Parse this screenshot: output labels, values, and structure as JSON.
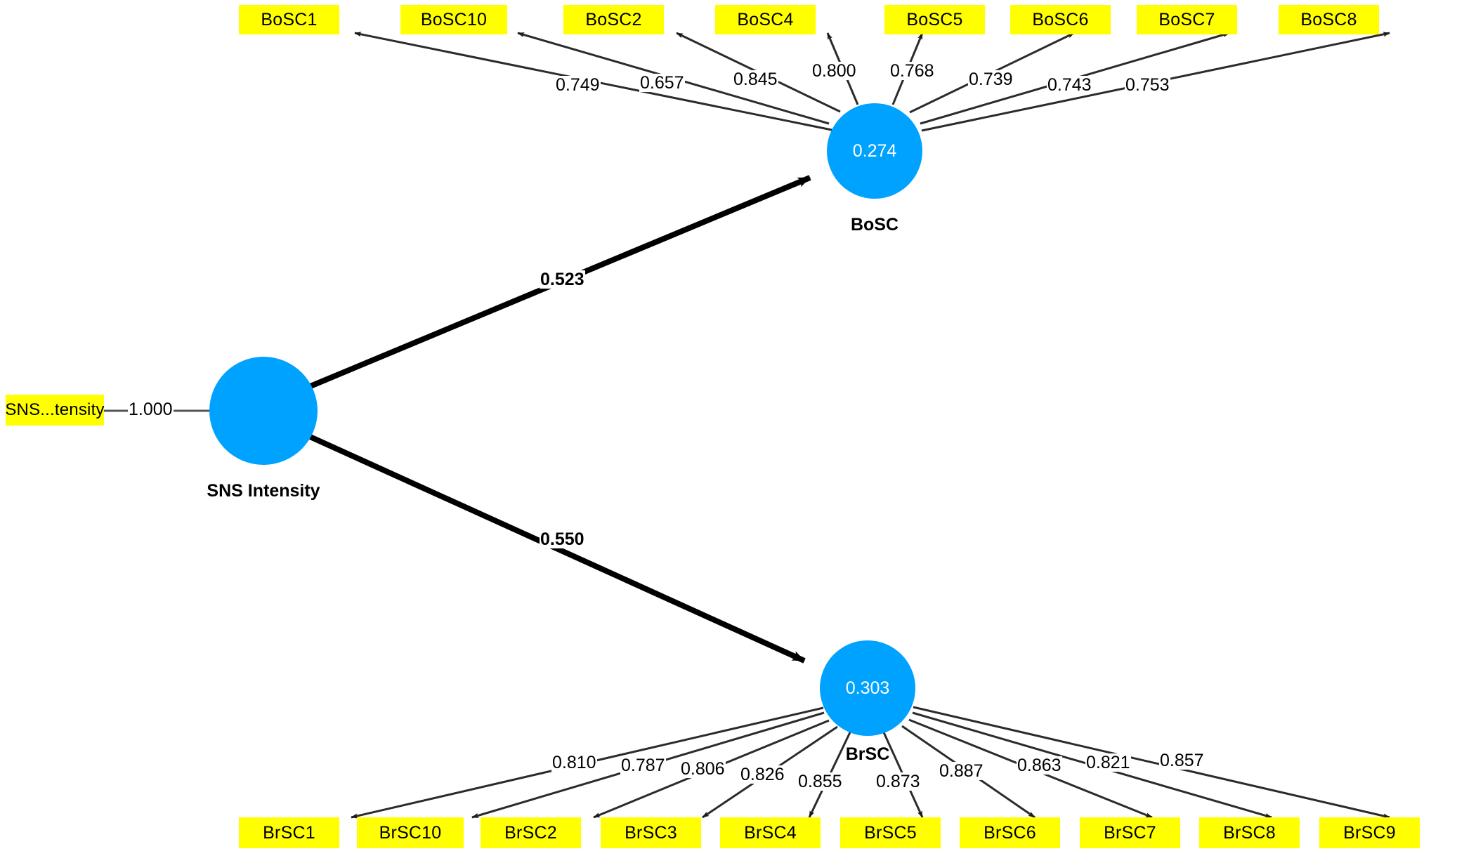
{
  "diagram": {
    "type": "pls-sem-path-model",
    "colors": {
      "indicator_fill": "#ffff00",
      "construct_fill": "#00a2ff",
      "construct_text": "#ffffff",
      "edge": "#000000",
      "background": "#ffffff"
    }
  },
  "constructs": [
    {
      "id": "bosc",
      "name": "BoSC",
      "label": "BoSC",
      "r_square": "0.274"
    },
    {
      "id": "sns",
      "name": "SNS Intensity",
      "label": "SNS Intensity",
      "r_square": ""
    },
    {
      "id": "brsc",
      "name": "BrSC",
      "label": "BrSC",
      "r_square": "0.303"
    }
  ],
  "exogenous_indicator": {
    "label": "SNS...tensity",
    "weight": "1.000"
  },
  "bosc_indicators": [
    {
      "label": "BoSC1",
      "loading": "0.749"
    },
    {
      "label": "BoSC10",
      "loading": "0.657"
    },
    {
      "label": "BoSC2",
      "loading": "0.845"
    },
    {
      "label": "BoSC4",
      "loading": "0.800"
    },
    {
      "label": "BoSC5",
      "loading": "0.768"
    },
    {
      "label": "BoSC6",
      "loading": "0.739"
    },
    {
      "label": "BoSC7",
      "loading": "0.743"
    },
    {
      "label": "BoSC8",
      "loading": "0.753"
    }
  ],
  "brsc_indicators": [
    {
      "label": "BrSC1",
      "loading": "0.810"
    },
    {
      "label": "BrSC10",
      "loading": "0.787"
    },
    {
      "label": "BrSC2",
      "loading": "0.806"
    },
    {
      "label": "BrSC3",
      "loading": "0.826"
    },
    {
      "label": "BrSC4",
      "loading": "0.855"
    },
    {
      "label": "BrSC5",
      "loading": "0.873"
    },
    {
      "label": "BrSC6",
      "loading": "0.887"
    },
    {
      "label": "BrSC7",
      "loading": "0.863"
    },
    {
      "label": "BrSC8",
      "loading": "0.821"
    },
    {
      "label": "BrSC9",
      "loading": "0.857"
    }
  ],
  "structural_paths": [
    {
      "from": "SNS Intensity",
      "to": "BoSC",
      "coefficient": "0.523"
    },
    {
      "from": "SNS Intensity",
      "to": "BrSC",
      "coefficient": "0.550"
    }
  ],
  "chart_data": {
    "type": "diagram",
    "title": "",
    "nodes": {
      "latent": [
        "BoSC",
        "SNS Intensity",
        "BrSC"
      ],
      "observed_bosc": [
        "BoSC1",
        "BoSC10",
        "BoSC2",
        "BoSC4",
        "BoSC5",
        "BoSC6",
        "BoSC7",
        "BoSC8"
      ],
      "observed_brsc": [
        "BrSC1",
        "BrSC10",
        "BrSC2",
        "BrSC3",
        "BrSC4",
        "BrSC5",
        "BrSC6",
        "BrSC7",
        "BrSC8",
        "BrSC9"
      ],
      "observed_sns": [
        "SNS...tensity"
      ]
    },
    "r_squared": {
      "BoSC": 0.274,
      "BrSC": 0.303
    },
    "outer_loadings_bosc": [
      0.749,
      0.657,
      0.845,
      0.8,
      0.768,
      0.739,
      0.743,
      0.753
    ],
    "outer_loadings_brsc": [
      0.81,
      0.787,
      0.806,
      0.826,
      0.855,
      0.873,
      0.887,
      0.863,
      0.821,
      0.857
    ],
    "outer_weight_sns": 1.0,
    "path_coefficients": [
      {
        "path": "SNS Intensity -> BoSC",
        "value": 0.523
      },
      {
        "path": "SNS Intensity -> BrSC",
        "value": 0.55
      }
    ]
  }
}
